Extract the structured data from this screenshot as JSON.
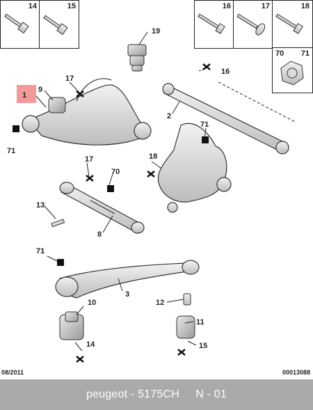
{
  "top_left_boxes": [
    {
      "num": "14",
      "icon": "bolt-icon"
    },
    {
      "num": "15",
      "icon": "bolt-icon"
    }
  ],
  "top_right_boxes": [
    {
      "num": "16",
      "icon": "bolt-icon"
    },
    {
      "num": "17",
      "icon": "bolt-icon"
    },
    {
      "num": "18",
      "icon": "bolt-icon"
    }
  ],
  "nut_box": {
    "left": "70",
    "right": "71",
    "icon": "hex-nut-icon"
  },
  "callouts": {
    "c1": "1",
    "c9": "9",
    "c17a": "17",
    "c19": "19",
    "c16": "16",
    "c2": "2",
    "c71a": "71",
    "c71b": "71",
    "c18": "18",
    "c17b": "17",
    "c70": "70",
    "c13": "13",
    "c8": "8",
    "c71c": "71",
    "c3": "3",
    "c12": "12",
    "c10": "10",
    "c11": "11",
    "c14": "14",
    "c15": "15"
  },
  "footer": {
    "date": "08/2011",
    "code": "00013088"
  },
  "caption": "peugeot - 5175CH     N - 01",
  "colors": {
    "highlight": "#f29a9a",
    "caption_bg": "#aaaaaa",
    "caption_text": "#ffffff"
  }
}
